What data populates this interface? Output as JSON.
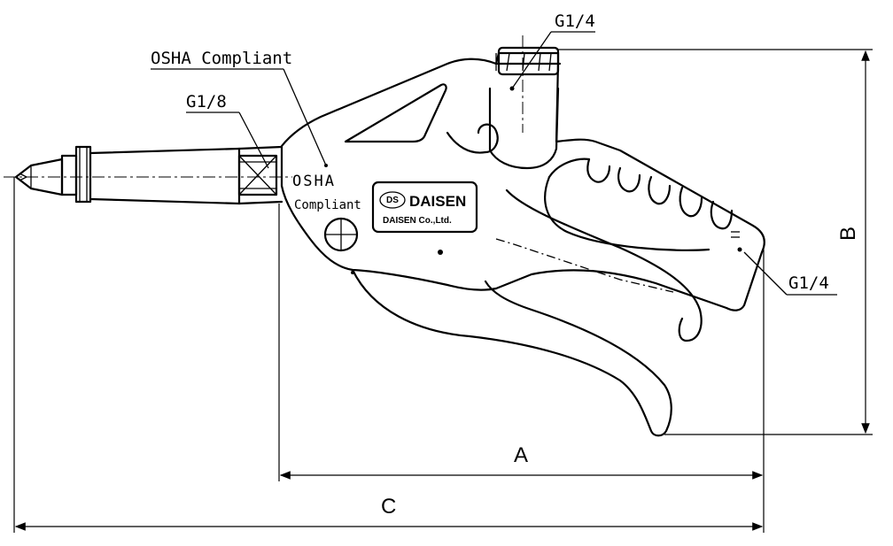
{
  "callouts": {
    "top_port": "G1/4",
    "osha": "OSHA Compliant",
    "nozzle_thread": "G1/8",
    "rear_port": "G1/4"
  },
  "body_marking": {
    "line1": "OSHA",
    "line2": "Compliant"
  },
  "logo": {
    "brand": "DAISEN",
    "company": "DAISEN Co.,Ltd."
  },
  "dimensions": {
    "a": "A",
    "b": "B",
    "c": "C"
  }
}
